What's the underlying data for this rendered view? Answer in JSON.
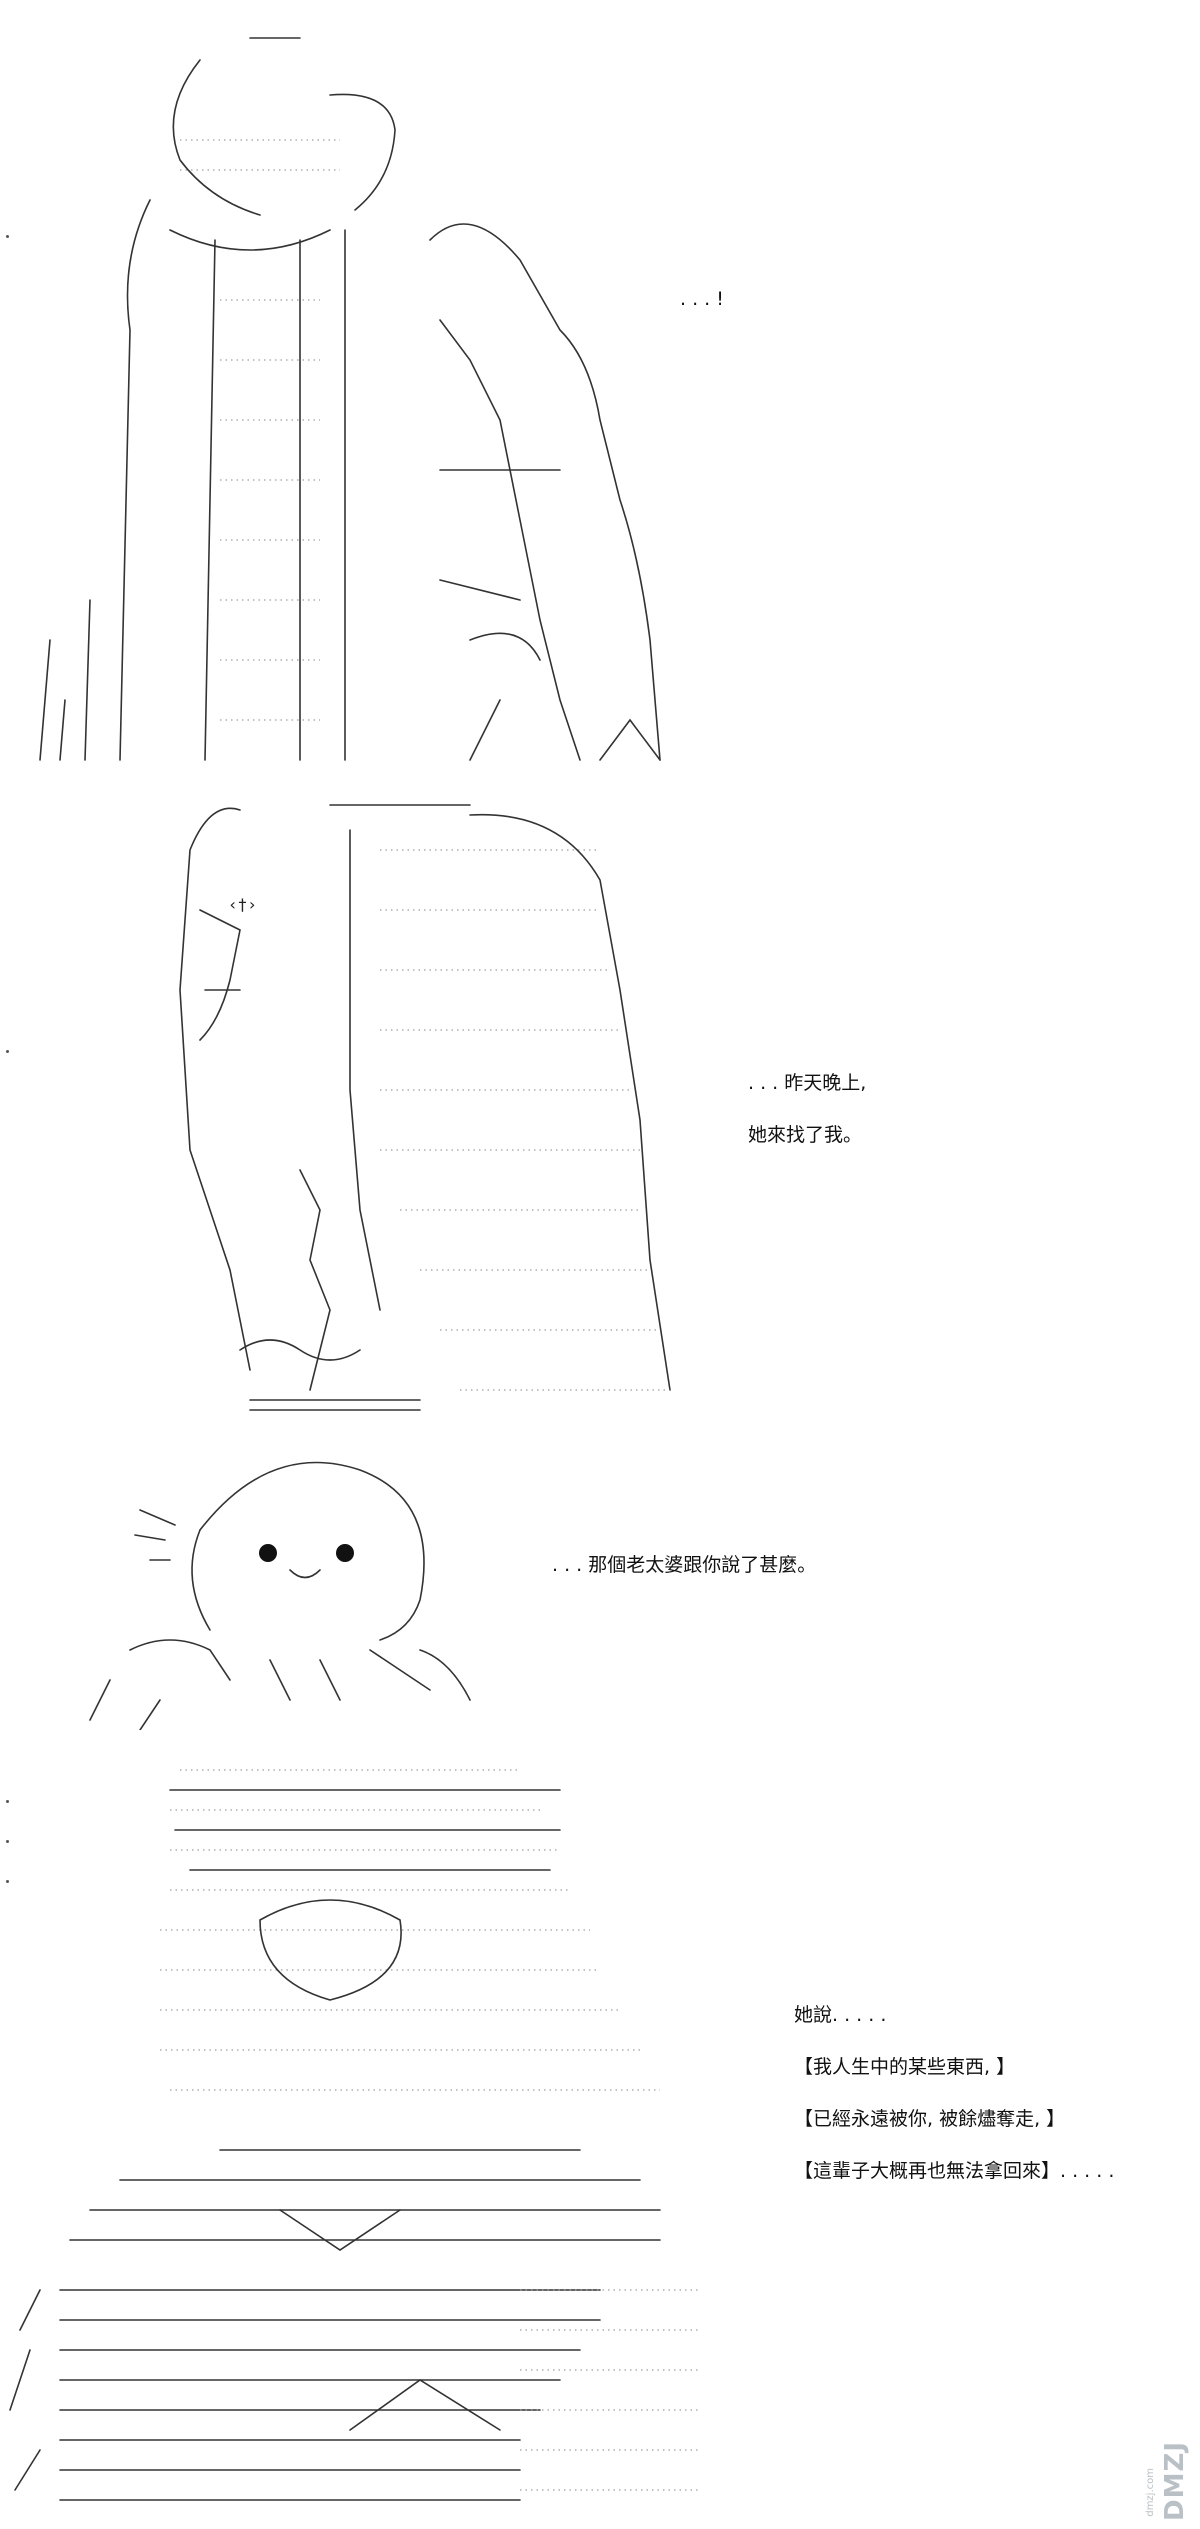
{
  "panels": [
    {
      "id": "panel-1",
      "lines": [
        ". . . !"
      ]
    },
    {
      "id": "panel-2",
      "lines": [
        ". . . 昨天晚上,",
        "她來找了我。"
      ]
    },
    {
      "id": "panel-3",
      "lines": [
        ". . . 那個老太婆跟你說了甚麼。"
      ]
    },
    {
      "id": "panel-4",
      "lines": [
        "她說. . . . .",
        "【我人生中的某些東西, 】",
        "【已經永遠被你, 被餘燼奪走, 】",
        "【這輩子大概再也無法拿回來】. . . . ."
      ]
    }
  ],
  "watermark": {
    "logo": "DMZJ",
    "sub": "dmzj.com"
  },
  "colors": {
    "background": "#ffffff",
    "ink": "#111111",
    "watermark": "#b9c1c6"
  }
}
